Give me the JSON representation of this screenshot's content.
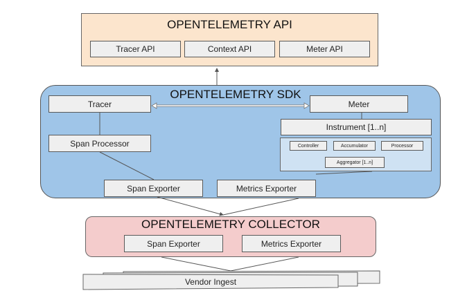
{
  "api": {
    "title": "OPENTELEMETRY API",
    "components": [
      "Tracer API",
      "Context API",
      "Meter API"
    ]
  },
  "sdk": {
    "title": "OPENTELEMETRY SDK",
    "tracer": "Tracer",
    "span_processor": "Span Processor",
    "meter": "Meter",
    "instrument": "Instrument [1..n]",
    "instrument_parts": [
      "Controller",
      "Accumulator",
      "Processor"
    ],
    "aggregator": "Aggregator [1..n]",
    "span_exporter": "Span Exporter",
    "metrics_exporter": "Metrics Exporter"
  },
  "collector": {
    "title": "OPENTELEMETRY COLLECTOR",
    "span_exporter": "Span Exporter",
    "metrics_exporter": "Metrics Exporter"
  },
  "vendor": {
    "label": "Vendor Ingest"
  },
  "colors": {
    "api_bg": "#fce5cd",
    "sdk_bg": "#9fc5e8",
    "instrument_group_bg": "#cfe2f3",
    "collector_bg": "#f4cccc",
    "component_bg": "#efefef",
    "border": "#595959"
  }
}
